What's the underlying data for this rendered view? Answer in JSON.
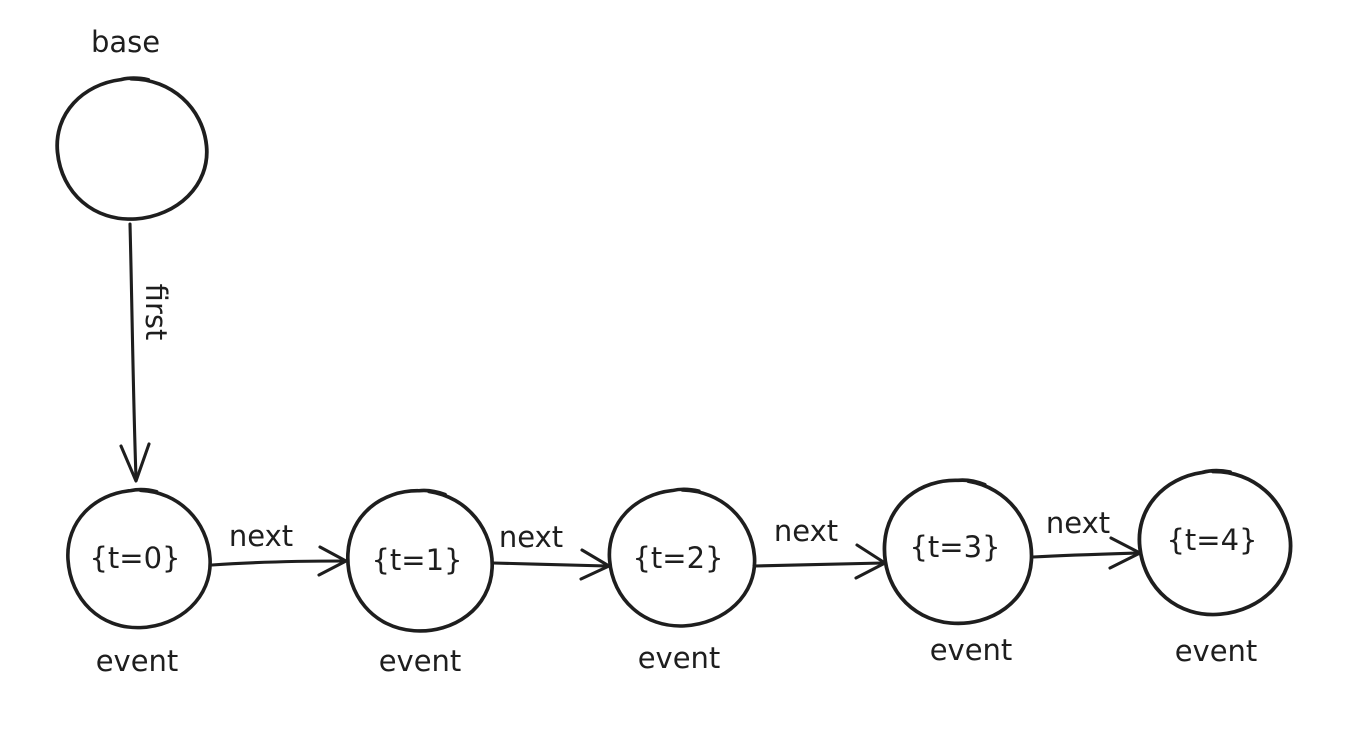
{
  "colors": {
    "ink": "#1e1e1e",
    "background": "#ffffff"
  },
  "nodes": {
    "base": {
      "caption": "base"
    },
    "events": [
      {
        "value": "{t=0}",
        "caption": "event"
      },
      {
        "value": "{t=1}",
        "caption": "event"
      },
      {
        "value": "{t=2}",
        "caption": "event"
      },
      {
        "value": "{t=3}",
        "caption": "event"
      },
      {
        "value": "{t=4}",
        "caption": "event"
      }
    ]
  },
  "edges": {
    "first": {
      "label": "first"
    },
    "next": [
      {
        "label": "next"
      },
      {
        "label": "next"
      },
      {
        "label": "next"
      },
      {
        "label": "next"
      }
    ]
  }
}
